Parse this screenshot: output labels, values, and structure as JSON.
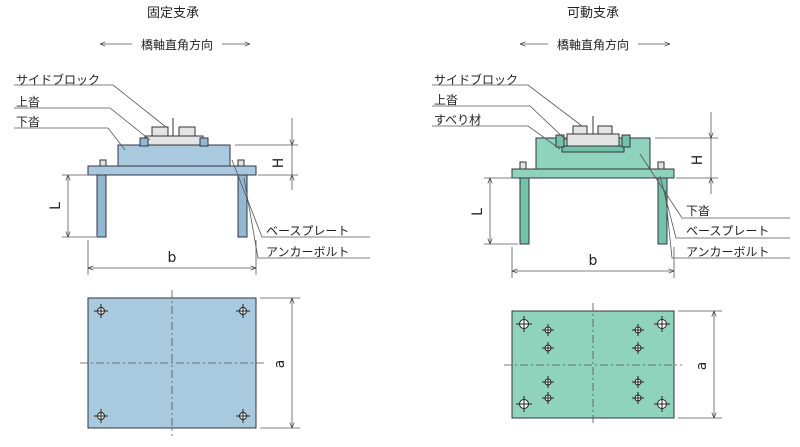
{
  "fixed": {
    "title": "固定支承",
    "direction": "橋軸直角方向",
    "labels": {
      "side_block": "サイドブロック",
      "upper_shoe": "上沓",
      "lower_shoe": "下沓",
      "base_plate": "ベースプレート",
      "anchor_bolt": "アンカーボルト"
    },
    "dims": {
      "h": "H",
      "l": "L",
      "b": "b",
      "a": "a"
    }
  },
  "movable": {
    "title": "可動支承",
    "direction": "橋軸直角方向",
    "labels": {
      "side_block": "サイドブロック",
      "upper_shoe": "上沓",
      "sliding_material": "すべり材",
      "lower_shoe": "下沓",
      "base_plate": "ベースプレート",
      "anchor_bolt": "アンカーボルト"
    },
    "dims": {
      "h": "H",
      "l": "L",
      "b": "b",
      "a": "a"
    }
  },
  "colors": {
    "fixed_fill": "#a9c9df",
    "movable_fill": "#8fd3bd"
  }
}
